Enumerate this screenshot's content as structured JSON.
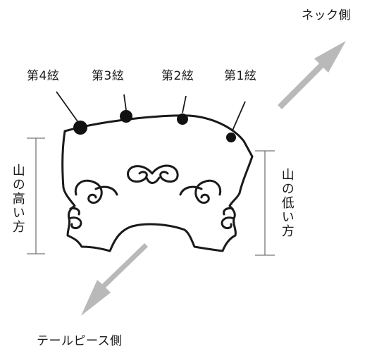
{
  "labels": {
    "neck_side": "ネック側",
    "tailpiece_side": "テールピース側",
    "high_side": "山の高い方",
    "low_side": "山の低い方"
  },
  "strings": [
    {
      "id": "string-4",
      "label": "第4絃"
    },
    {
      "id": "string-3",
      "label": "第3絃"
    },
    {
      "id": "string-2",
      "label": "第2絃"
    },
    {
      "id": "string-1",
      "label": "第1絃"
    }
  ],
  "colors": {
    "line": "#1a1a1a",
    "arrow": "#b9b9b9",
    "background": "#ffffff"
  }
}
